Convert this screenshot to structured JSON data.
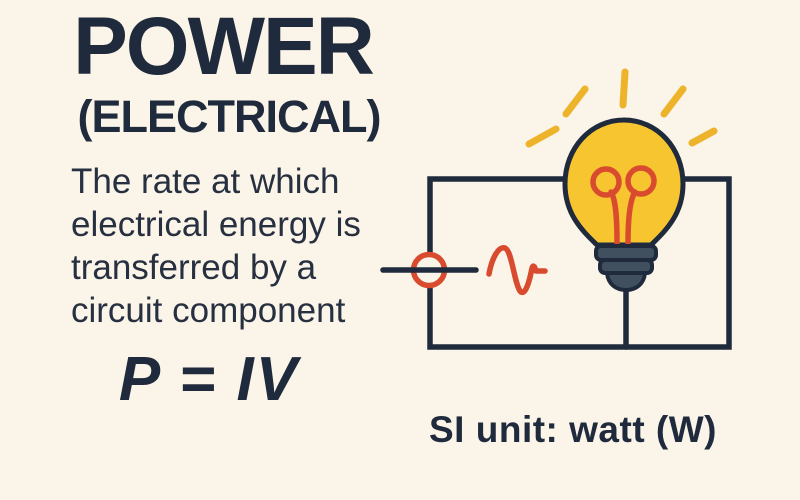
{
  "title": "POWER",
  "subtitle": "(ELECTRICAL)",
  "definition": {
    "lines": [
      "The rate at which",
      "electrical energy is",
      "transferred by a",
      "circuit component"
    ]
  },
  "formula": "P = IV",
  "si_unit": "SI unit: watt (W)",
  "icons": {
    "light_bulb": "light-bulb-icon",
    "light_rays": "light-rays-icon",
    "filament": "filament-icon",
    "bulb_base": "bulb-base-icon",
    "circuit_loop": "circuit-loop-icon",
    "ac_source": "ac-source-icon",
    "sine_wave": "sine-wave-icon"
  },
  "colors": {
    "bg": "#FBF4E8",
    "navy": "#1F2B3C",
    "ink": "#273040",
    "yellow": "#F7C52F",
    "amber": "#EDB32B",
    "red": "#D94B2E",
    "slate": "#41505F"
  }
}
